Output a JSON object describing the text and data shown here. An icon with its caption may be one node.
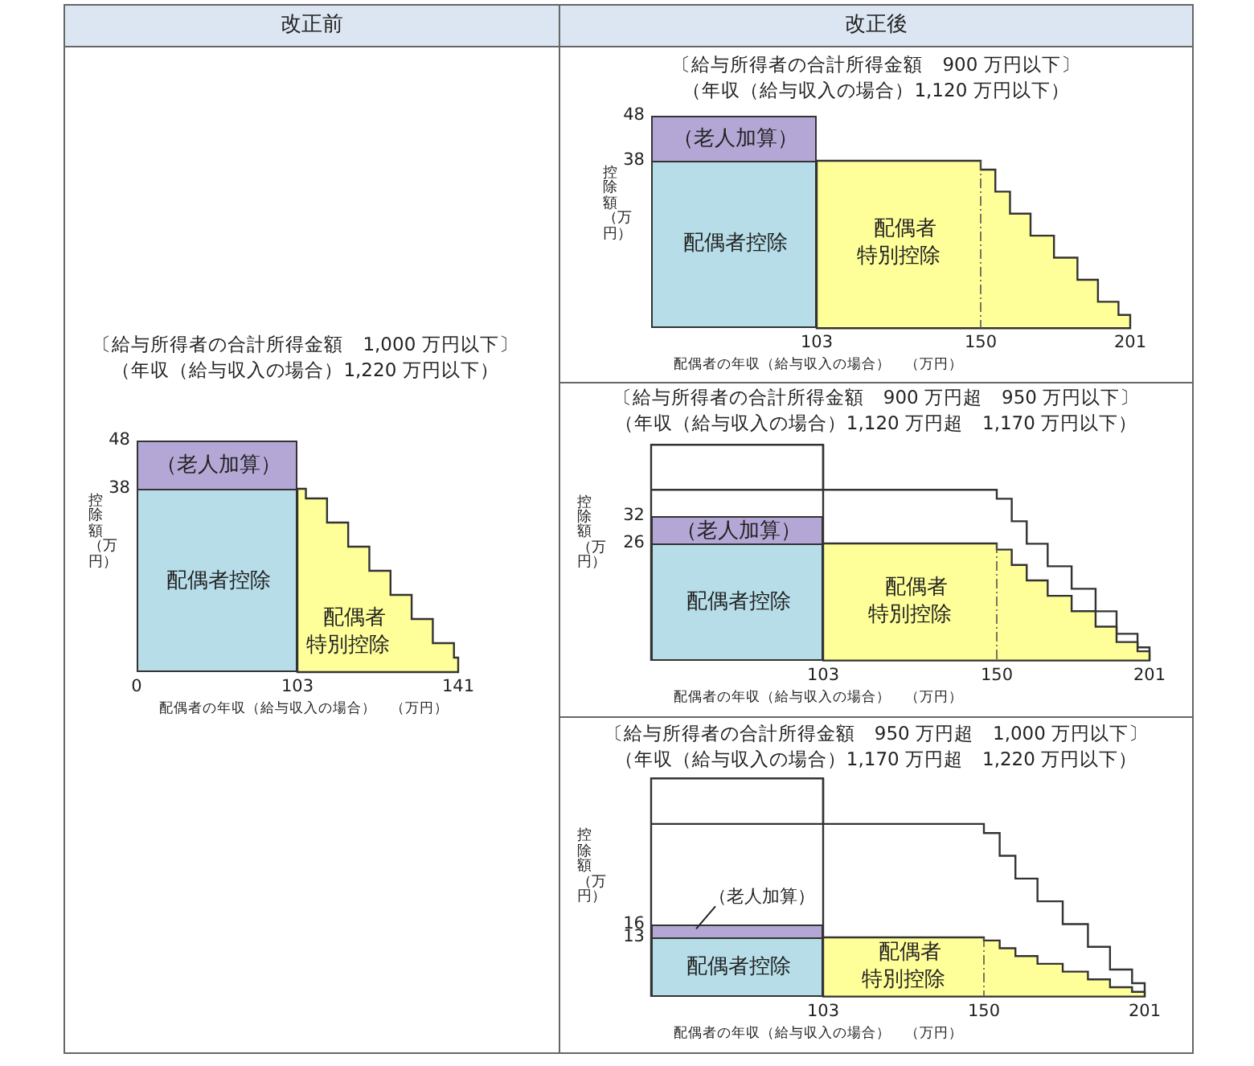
{
  "diagram": {
    "nodes": [
      {
        "text": [
          "（老人加算）"
        ]
      },
      {
        "text": [
          "配偶者控除"
        ]
      },
      {
        "text": [
          "配偶者特別控除"
        ]
      },
      {
        "text": [
          "（老人加算）"
        ]
      },
      {
        "text": [
          "配偶者控除"
        ]
      },
      {
        "text": [
          "配偶者特別控除"
        ]
      },
      {
        "text": [
          "（老人加算）"
        ]
      },
      {
        "text": [
          "配偶者控除"
        ]
      },
      {
        "text": [
          "配偶者特別控除"
        ]
      },
      {
        "text": [
          "（老人加算）"
        ]
      },
      {
        "text": [],
        "shape": "bar"
      },
      {
        "text": [
          "配偶者控除"
        ]
      },
      {
        "text": [
          "配偶者特別控除"
        ]
      }
    ],
    "edges": [
      {
        "from": 9,
        "to": 10,
        "arrow": "none"
      }
    ],
    "labels": [
      "改正前",
      "改正後",
      "〔給与所得者の合計所得金額　1,000 万円以下〕",
      "（年収（給与収入の場合）1,220 万円以下）",
      "48",
      "38",
      "控除額（万円）",
      "0",
      "103",
      "141",
      "配偶者の年収（給与収入の場合）",
      "（万円）",
      "〔給与所得者の合計所得金額　900 万円以下〕",
      "（年収（給与収入の場合）1,120 万円以下）",
      "48",
      "38",
      "控除額（万円）",
      "103",
      "150",
      "201",
      "配偶者の年収（給与収入の場合）",
      "（万円）",
      "〔給与所得者の合計所得金額　900 万円超　950 万円以下〕",
      "（年収（給与収入の場合）1,120 万円超　1,170 万円以下）",
      "32",
      "26",
      "控除額（万円）",
      "103",
      "150",
      "201",
      "配偶者の年収（給与収入の場合）",
      "（万円）",
      "〔給与所得者の合計所得金額　950 万円超　1,000 万円以下〕",
      "（年収（給与収入の場合）1,170 万円超　1,220 万円以下）",
      "16",
      "13",
      "控除額（万円）",
      "103",
      "150",
      "201",
      "配偶者の年収（給与収入の場合）",
      "（万円）"
    ]
  }
}
